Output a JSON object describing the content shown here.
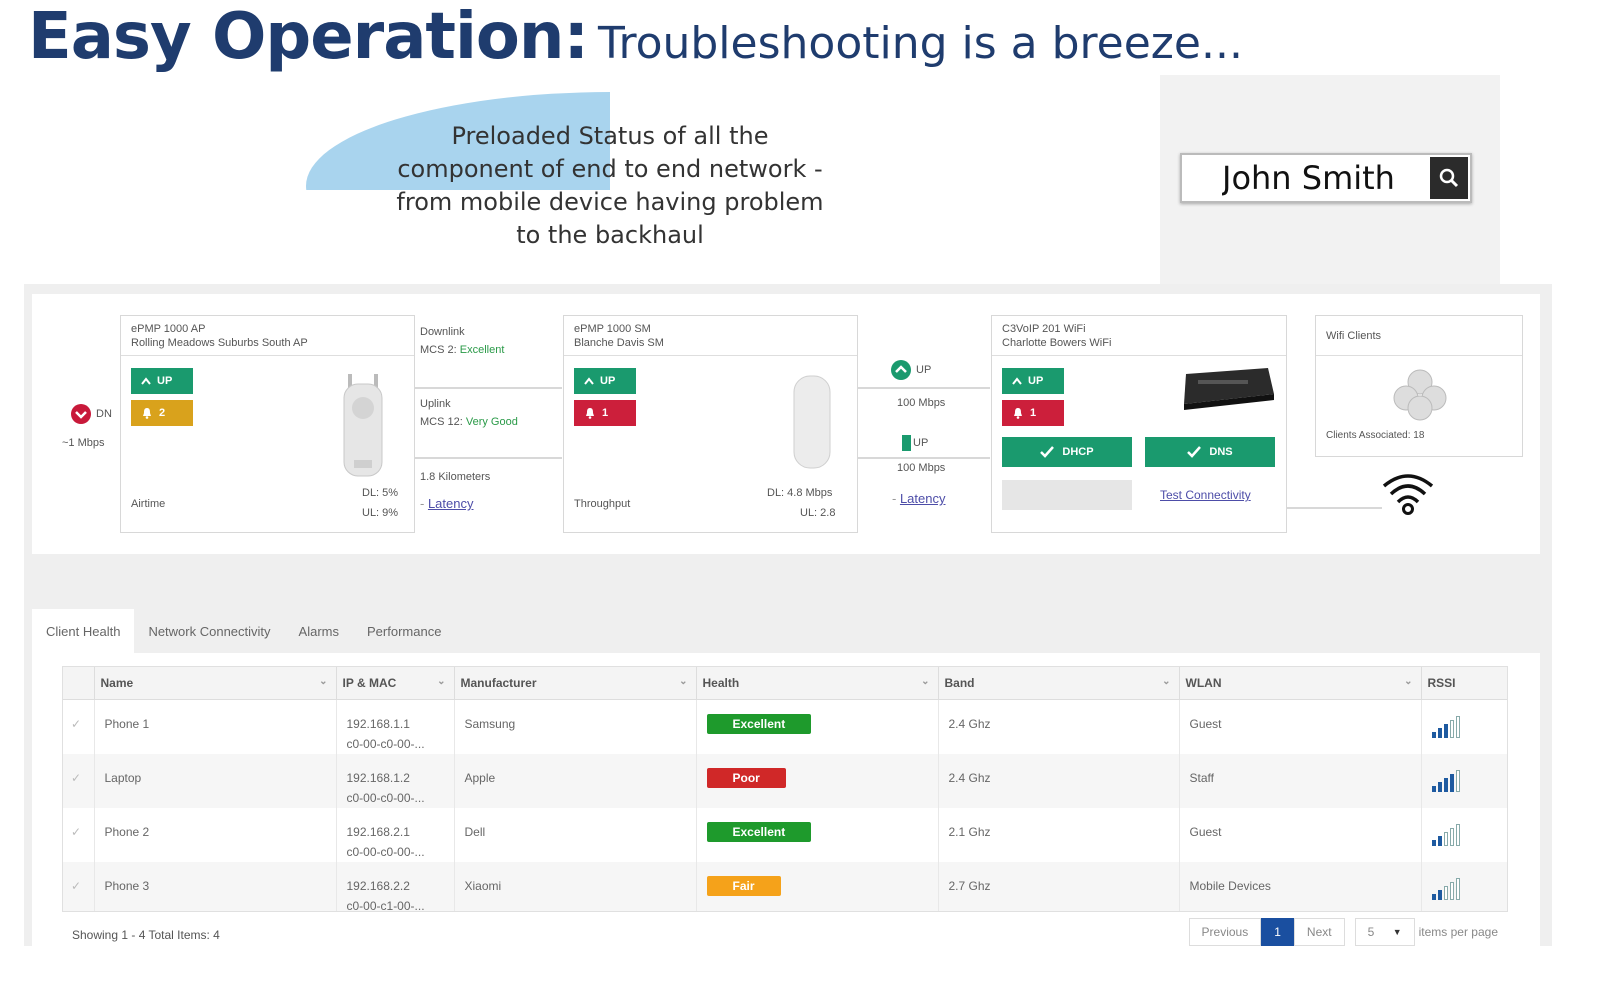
{
  "slide": {
    "title_main": "Easy Operation:",
    "title_sub": "Troubleshooting is a breeze..."
  },
  "search": {
    "value": "John Smith",
    "icon": "search-icon"
  },
  "callout": {
    "lines": [
      "Preloaded Status of all the",
      "component of end to end network -",
      "from mobile device having problem",
      "to the backhaul"
    ],
    "color": "#a9d4ee"
  },
  "topology": {
    "left_link": {
      "status": "DN",
      "speed": "~1 Mbps"
    },
    "ap": {
      "model": "ePMP 1000 AP",
      "name": "Rolling Meadows Suburbs South AP",
      "status": "UP",
      "alarms": "2",
      "metric_label": "Airtime",
      "dl": "DL: 5%",
      "ul": "UL: 9%"
    },
    "wireless_link": {
      "downlink_label": "Downlink",
      "downlink_mcs": "MCS 2:",
      "downlink_quality": "Excellent",
      "uplink_label": "Uplink",
      "uplink_mcs": "MCS 12:",
      "uplink_quality": "Very Good",
      "distance": "1.8 Kilometers",
      "latency": "Latency"
    },
    "sm": {
      "model": "ePMP 1000 SM",
      "name": "Blanche Davis SM",
      "status": "UP",
      "alarms": "1",
      "metric_label": "Throughput",
      "dl": "DL: 4.8 Mbps",
      "ul": "UL: 2.8"
    },
    "eth_link": {
      "status1": "UP",
      "speed1": "100 Mbps",
      "status2": "UP",
      "speed2": "100 Mbps",
      "latency": "Latency"
    },
    "voip": {
      "model": "C3VoIP 201 WiFi",
      "name": "Charlotte Bowers WiFi",
      "status": "UP",
      "alarms": "1",
      "dhcp": "DHCP",
      "dns": "DNS",
      "test": "Test Connectivity"
    },
    "wifi": {
      "title": "Wifi Clients",
      "clients": "Clients Associated: 18"
    }
  },
  "tabs": [
    {
      "label": "Client Health",
      "active": true
    },
    {
      "label": "Network Connectivity",
      "active": false
    },
    {
      "label": "Alarms",
      "active": false
    },
    {
      "label": "Performance",
      "active": false
    }
  ],
  "table": {
    "columns": [
      "Name",
      "IP & MAC",
      "Manufacturer",
      "Health",
      "Band",
      "WLAN",
      "RSSI"
    ],
    "rows": [
      {
        "name": "Phone 1",
        "ip": "192.168.1.1",
        "mac": "c0-00-c0-00-...",
        "manufacturer": "Samsung",
        "health": "Excellent",
        "band": "2.4 Ghz",
        "wlan": "Guest",
        "rssi": 3
      },
      {
        "name": "Laptop",
        "ip": "192.168.1.2",
        "mac": "c0-00-c0-00-...",
        "manufacturer": "Apple",
        "health": "Poor",
        "band": "2.4 Ghz",
        "wlan": "Staff",
        "rssi": 4
      },
      {
        "name": "Phone 2",
        "ip": "192.168.2.1",
        "mac": "c0-00-c0-00-...",
        "manufacturer": "Dell",
        "health": "Excellent",
        "band": "2.1 Ghz",
        "wlan": "Guest",
        "rssi": 2
      },
      {
        "name": "Phone 3",
        "ip": "192.168.2.2",
        "mac": "c0-00-c1-00-...",
        "manufacturer": "Xiaomi",
        "health": "Fair",
        "band": "2.7 Ghz",
        "wlan": "Mobile Devices",
        "rssi": 2
      }
    ]
  },
  "footer": {
    "showing": "Showing 1 - 4  Total Items: 4",
    "previous": "Previous",
    "page": "1",
    "next": "Next",
    "per_page_value": "5",
    "per_page_label": "items per page"
  }
}
